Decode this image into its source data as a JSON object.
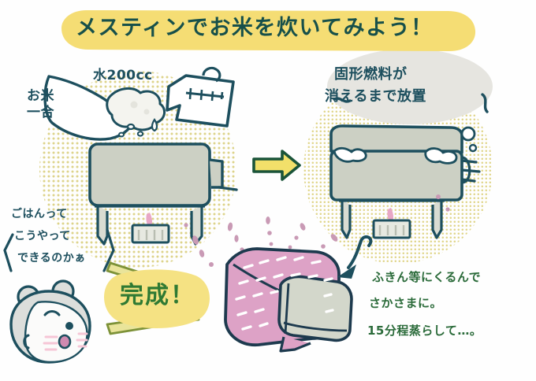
{
  "page": {
    "title_banner": "メスティンでお米を炊いてみよう！",
    "background_color": "#ffffff"
  },
  "colors": {
    "ink": "#1d4f5e",
    "banner_yellow": "#f5dd74",
    "title_text": "#17504a",
    "dot_yellow": "#e4d98a",
    "blob_gray": "#e3e3de",
    "metal_gray": "#c9cec2",
    "metal_light": "#d7dbd0",
    "cloth_pink": "#dda2c6",
    "accent_green": "#2f7a33",
    "bamboo_green": "#8a9c3d",
    "steam_mauve": "#c89ab4",
    "cheek_pink": "#f7c9d8",
    "fuel_pink": "#e8a7c6"
  },
  "steps": {
    "step1": {
      "rice_label": "お米\n一合",
      "water_label": "水200cc",
      "icons": {
        "rice_pour": "rice-pouring-icon",
        "measuring_cup": "measuring-cup-icon",
        "stove": "mestin-on-stove-icon",
        "solid_fuel": "solid-fuel-icon"
      }
    },
    "transition_arrow": "arrow-right-icon",
    "step2": {
      "caption_line1": "固形燃料が",
      "caption_line2": "消えるまで放置",
      "icons": {
        "stove": "mestin-boiling-on-stove-icon",
        "bubbles": "bubble-icon",
        "overflow_foam": "foam-overflow-icon"
      }
    },
    "step3": {
      "caption_line1": "ふきん等にくるんで",
      "caption_line2": "さかさまに。",
      "caption_line3": "15分程蒸らして…。",
      "icons": {
        "wrapped_mestin": "cloth-wrapped-mestin-icon",
        "steam": "steam-dots-icon",
        "curved_arrow": "curved-arrow-icon"
      }
    },
    "step4": {
      "done_label": "完成！",
      "mascot_line1": "ごはんって",
      "mascot_line2": "こうやって",
      "mascot_line3": "できるのかぁ",
      "icons": {
        "mascot": "bear-mascot-icon",
        "rays": "bamboo-ray-icon"
      }
    }
  }
}
